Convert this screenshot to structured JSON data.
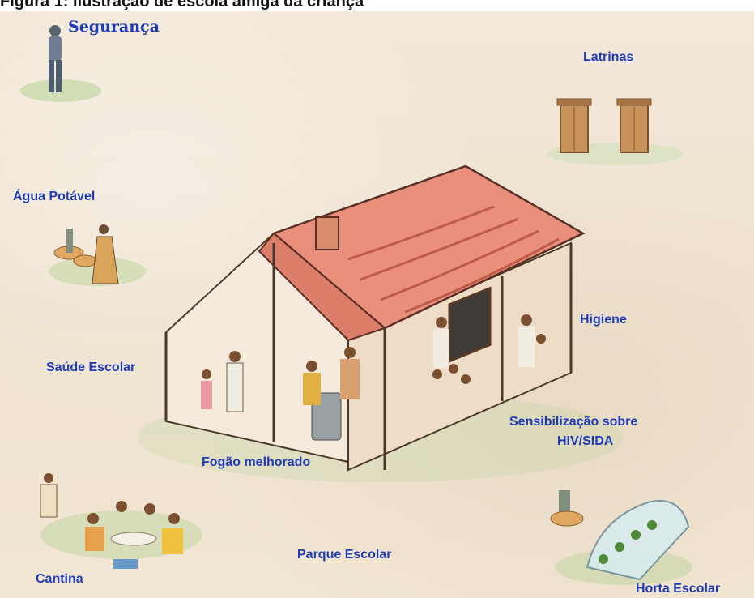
{
  "caption": "Figura 1: Ilustração de escola amiga da criança",
  "labels": {
    "seguranca": "Segurança",
    "latrinas": "Latrinas",
    "agua_potavel": "Água Potável",
    "higiene": "Higiene",
    "saude_escolar": "Saúde Escolar",
    "sensibilizacao": "Sensibilização sobre",
    "hiv_sida": "HIV/SIDA",
    "fogao": "Fogão melhorado",
    "cantina": "Cantina",
    "parque": "Parque Escolar",
    "horta": "Horta Escolar"
  },
  "colors": {
    "label_blue": "#1f3cb8",
    "roof": "#e98f7c",
    "paper": "#f0e4d2"
  }
}
